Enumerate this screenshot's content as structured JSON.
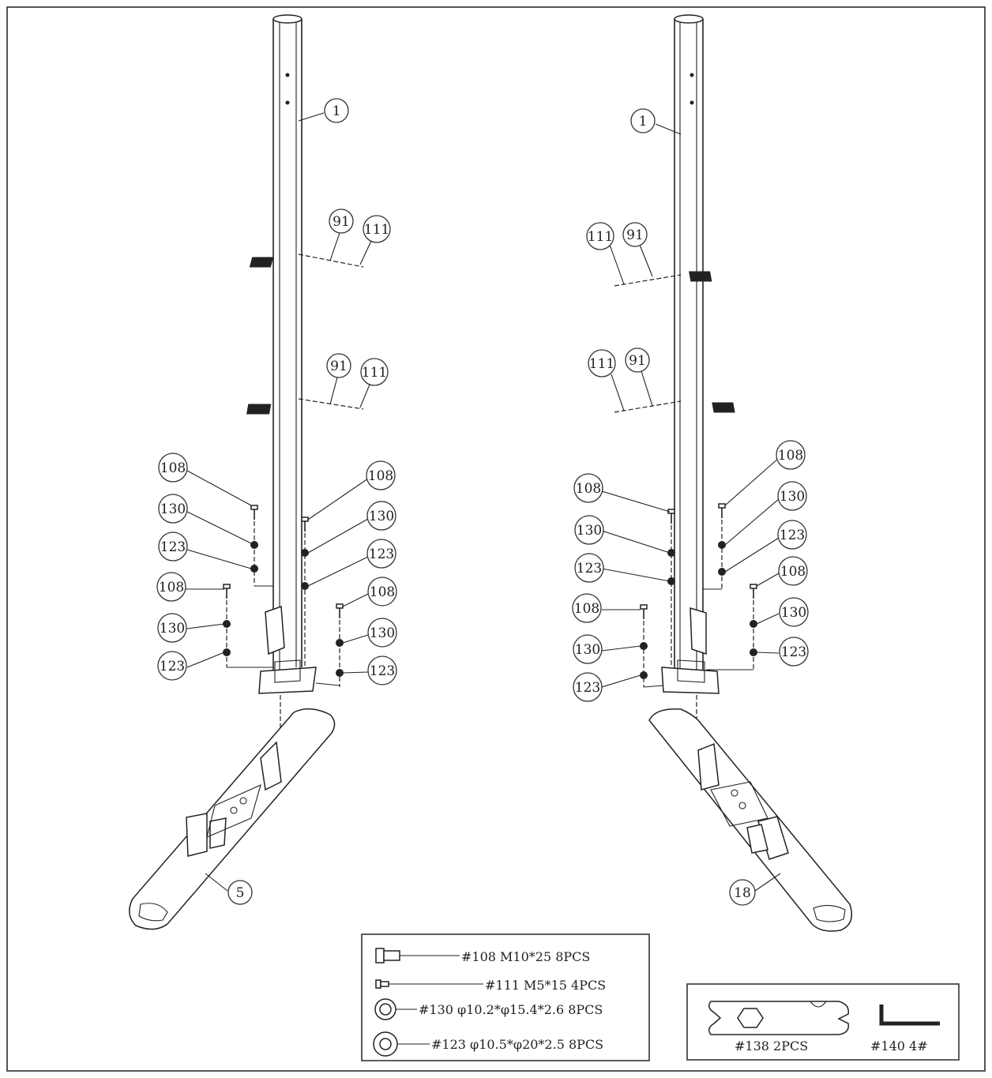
{
  "callouts": {
    "left": {
      "post": "1",
      "bracket_top_a": "91",
      "screw_top_a": "111",
      "bracket_top_b": "91",
      "screw_top_b": "111",
      "bolt_l1": "108",
      "washer_l1": "130",
      "washer2_l1": "123",
      "bolt_l2": "108",
      "washer_l2": "130",
      "washer2_l2": "123",
      "bolt_r1": "108",
      "washer_r1": "130",
      "washer2_r1": "123",
      "bolt_r2": "108",
      "washer_r2": "130",
      "washer2_r2": "123",
      "base": "5"
    },
    "right": {
      "post": "1",
      "screw_top_a": "111",
      "bracket_top_a": "91",
      "screw_top_b": "111",
      "bracket_top_b": "91",
      "bolt_l1": "108",
      "washer_l1": "130",
      "washer2_l1": "123",
      "bolt_l2": "108",
      "washer_l2": "130",
      "washer2_l2": "123",
      "bolt_r1": "108",
      "washer_r1": "130",
      "washer2_r1": "123",
      "bolt_r2": "108",
      "washer_r2": "130",
      "washer2_r2": "123",
      "base": "18"
    }
  },
  "hardware": [
    {
      "icon": "bolt-icon",
      "text": "#108 M10*25 8PCS"
    },
    {
      "icon": "screw-icon",
      "text": "#111 M5*15 4PCS"
    },
    {
      "icon": "washer-icon",
      "text": "#130 φ10.2*φ15.4*2.6  8PCS"
    },
    {
      "icon": "washer-icon",
      "text": "#123 φ10.5*φ20*2.5  8PCS"
    }
  ],
  "tools": [
    {
      "icon": "wrench-icon",
      "text": "#138  2PCS"
    },
    {
      "icon": "hex-key-icon",
      "text": "#140  4#"
    }
  ]
}
